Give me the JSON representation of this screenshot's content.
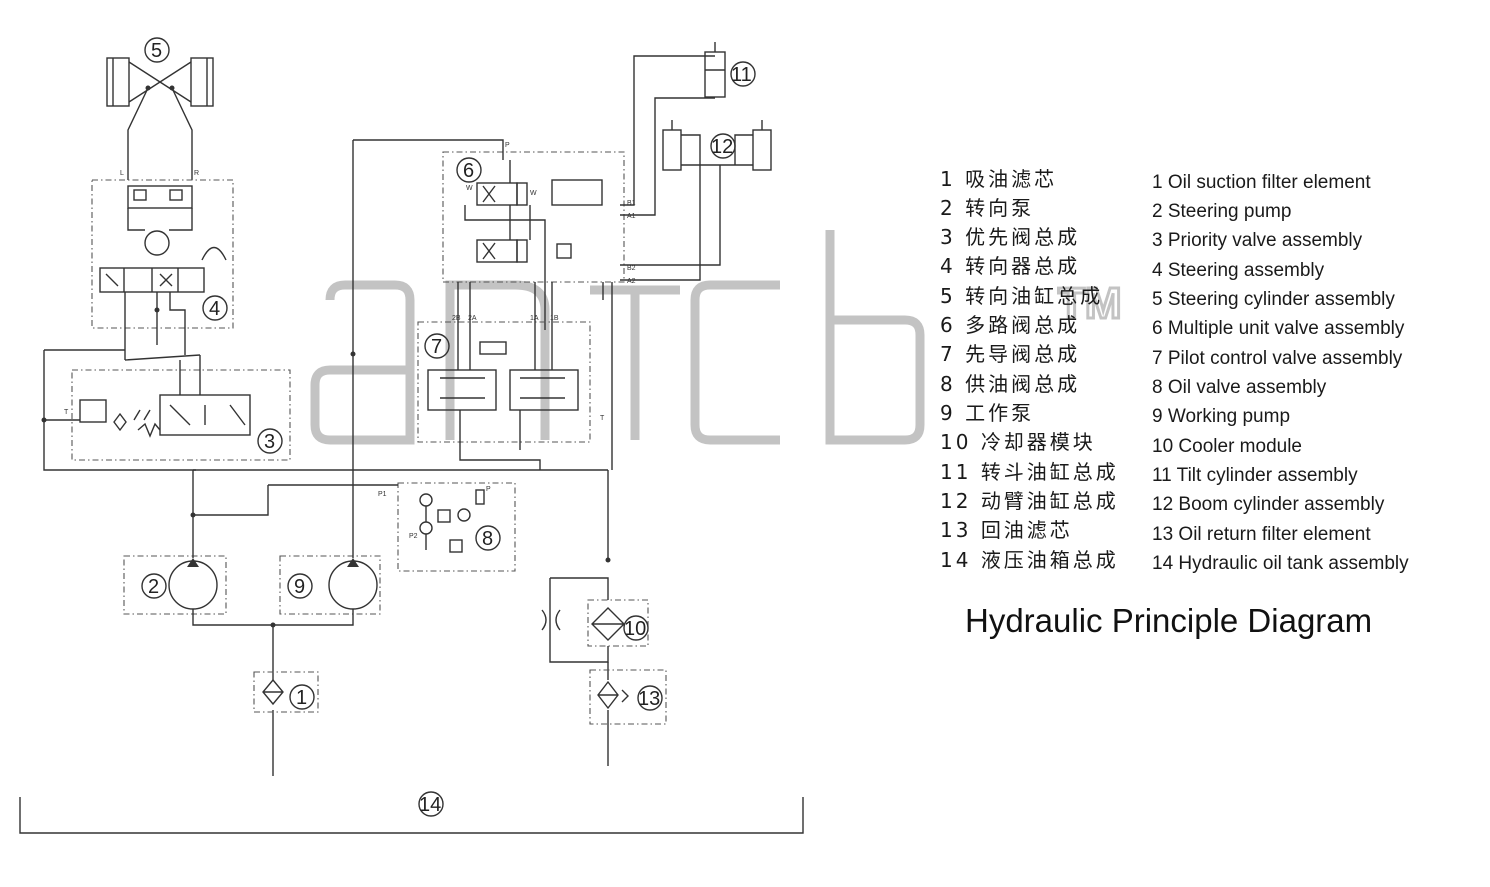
{
  "title": "Hydraulic Principle Diagram",
  "watermark": {
    "text": "ancb",
    "tm": "TM"
  },
  "components": [
    {
      "num": "1",
      "cn": "吸油滤芯",
      "en": "Oil suction filter element"
    },
    {
      "num": "2",
      "cn": "转向泵",
      "en": "Steering pump"
    },
    {
      "num": "3",
      "cn": "优先阀总成",
      "en": "Priority valve assembly"
    },
    {
      "num": "4",
      "cn": "转向器总成",
      "en": "Steering assembly"
    },
    {
      "num": "5",
      "cn": "转向油缸总成",
      "en": "Steering cylinder assembly"
    },
    {
      "num": "6",
      "cn": "多路阀总成",
      "en": "Multiple unit valve assembly"
    },
    {
      "num": "7",
      "cn": "先导阀总成",
      "en": "Pilot control valve assembly"
    },
    {
      "num": "8",
      "cn": "供油阀总成",
      "en": "Oil valve assembly"
    },
    {
      "num": "9",
      "cn": "工作泵",
      "en": "Working pump"
    },
    {
      "num": "10",
      "cn": "冷却器模块",
      "en": "Cooler module"
    },
    {
      "num": "11",
      "cn": "转斗油缸总成",
      "en": "Tilt cylinder assembly"
    },
    {
      "num": "12",
      "cn": "动臂油缸总成",
      "en": "Boom cylinder assembly"
    },
    {
      "num": "13",
      "cn": "回油滤芯",
      "en": "Oil return filter element"
    },
    {
      "num": "14",
      "cn": "液压油箱总成",
      "en": "Hydraulic oil tank assembly"
    }
  ],
  "port_labels": {
    "L": "L",
    "R": "R",
    "T": "T",
    "P": "P",
    "W": "W",
    "P1": "P1",
    "P2": "P2",
    "B1": "B1",
    "A1": "A1",
    "B2": "B2",
    "A2": "A2",
    "2B": "2B",
    "2A": "2A",
    "1A": "1A",
    "1B": "1B",
    "T1": "T"
  }
}
